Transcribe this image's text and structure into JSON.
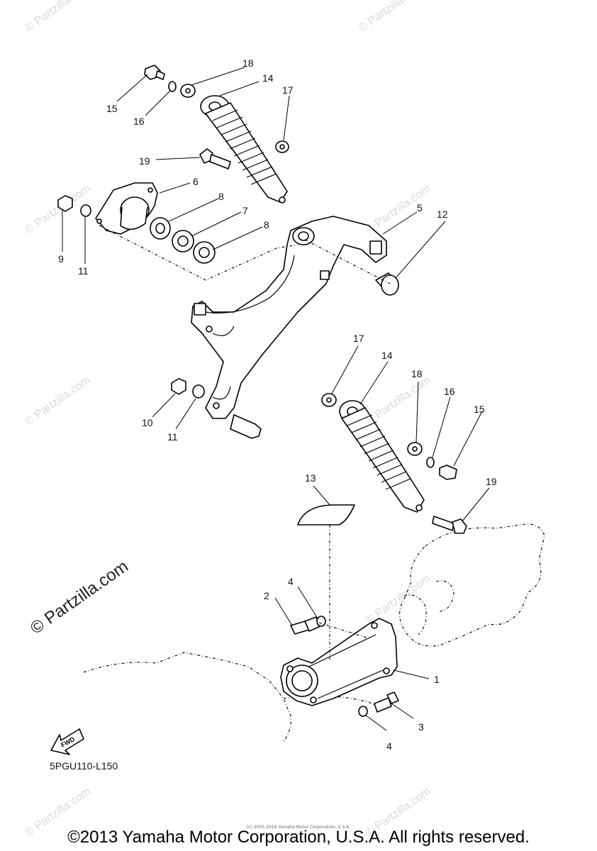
{
  "watermark": "© Partzilla.com",
  "callouts": {
    "c1": "1",
    "c2": "2",
    "c3": "3",
    "c4a": "4",
    "c4b": "4",
    "c5": "5",
    "c6": "6",
    "c7": "7",
    "c8a": "8",
    "c8b": "8",
    "c9": "9",
    "c10": "10",
    "c11a": "11",
    "c11b": "11",
    "c12": "12",
    "c13": "13",
    "c14a": "14",
    "c14b": "14",
    "c15a": "15",
    "c15b": "15",
    "c16a": "16",
    "c16b": "16",
    "c17a": "17",
    "c17b": "17",
    "c18a": "18",
    "c18b": "18",
    "c19a": "19",
    "c19b": "19"
  },
  "fwd_label": "FWD",
  "diagram_code": "5PGU110-L150",
  "small_copyright": "(c) 2005-2016 Yamaha Motor Corporation, U.S.A.",
  "copyright": "©2013 Yamaha Motor Corporation, U.S.A. All rights reserved."
}
